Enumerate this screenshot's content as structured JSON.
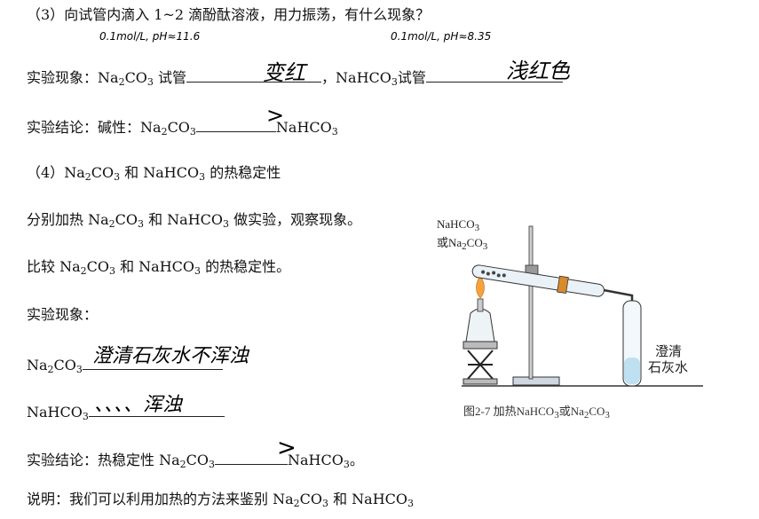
{
  "q3": {
    "num": "（3）",
    "text": "向试管内滴入 1~2 滴酚酞溶液，用力振荡，有什么现象？",
    "note_na2co3": "0.1mol/L, pH≈11.6",
    "note_nahco3": "0.1mol/L, pH≈8.35"
  },
  "phenomenon1": {
    "label": "实验现象：",
    "na2co3_pre": "Na",
    "na2co3_mid": "CO",
    "tube1": "试管",
    "answer1": "变红",
    "sep": "，",
    "nahco3_pre": "NaHCO",
    "tube2": "试管",
    "answer2": "浅红色"
  },
  "conclusion1": {
    "label": "实验结论：碱性：",
    "left_pre": "Na",
    "left_mid": "CO",
    "symbol": ">",
    "right_pre": "NaHCO"
  },
  "q4": {
    "num": "（4）",
    "text_a": "Na",
    "text_b": "CO",
    "text_c": " 和 NaHCO",
    "text_d": " 的热稳定性"
  },
  "para1": {
    "a": "分别加热 Na",
    "b": "CO",
    "c": " 和 NaHCO",
    "d": " 做实验，观察现象。"
  },
  "para2": {
    "a": "比较 Na",
    "b": "CO",
    "c": " 和 NaHCO",
    "d": " 的热稳定性。"
  },
  "phenomenon2": {
    "label": "实验现象："
  },
  "row_na2co3": {
    "a": "Na",
    "b": "CO",
    "answer": "澄清石灰水不浑浊"
  },
  "row_nahco3": {
    "a": "NaHCO",
    "answer": "、、、、浑浊"
  },
  "conclusion2": {
    "label": "实验结论：热稳定性 Na",
    "mid": "CO",
    "symbol": ">",
    "right": "NaHCO",
    "end": "。"
  },
  "note": {
    "a": "说明：我们可以利用加热的方法来鉴别 Na",
    "b": "CO",
    "c": " 和 NaHCO"
  },
  "sub": {
    "two": "2",
    "three": "3"
  },
  "figure": {
    "label_top": "NaHCO",
    "label_or": "或Na",
    "label_co": "CO",
    "lime1": "澄清",
    "lime2": "石灰水",
    "caption_a": "图2-7  加热NaHCO",
    "caption_b": "或Na",
    "caption_c": "CO"
  }
}
